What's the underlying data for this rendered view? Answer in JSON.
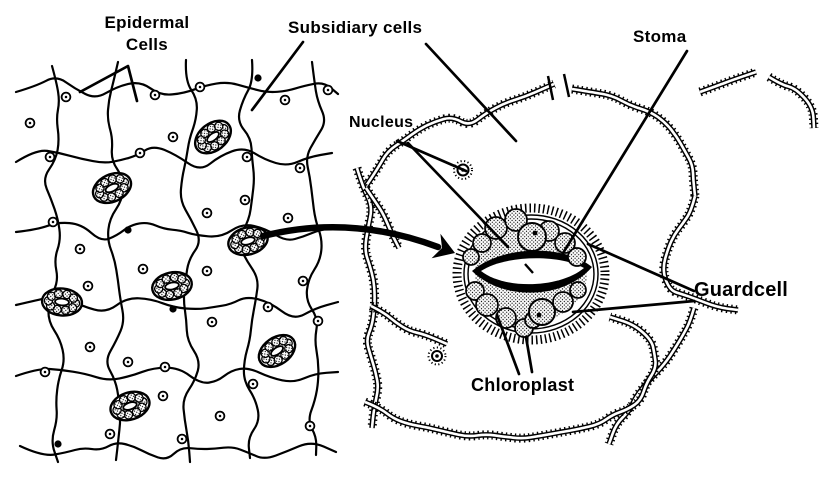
{
  "figure": {
    "background": "#ffffff",
    "ink_color": "#000000",
    "labels": {
      "epidermal_line1": "Epidermal",
      "epidermal_line2": "Cells",
      "subsidiary": "Subsidiary cells",
      "nucleus": "Nucleus",
      "stoma": "Stoma",
      "guardcell": "Guardcell",
      "chloroplast": "Chloroplast"
    },
    "left_panel_stomata_count": 7
  }
}
